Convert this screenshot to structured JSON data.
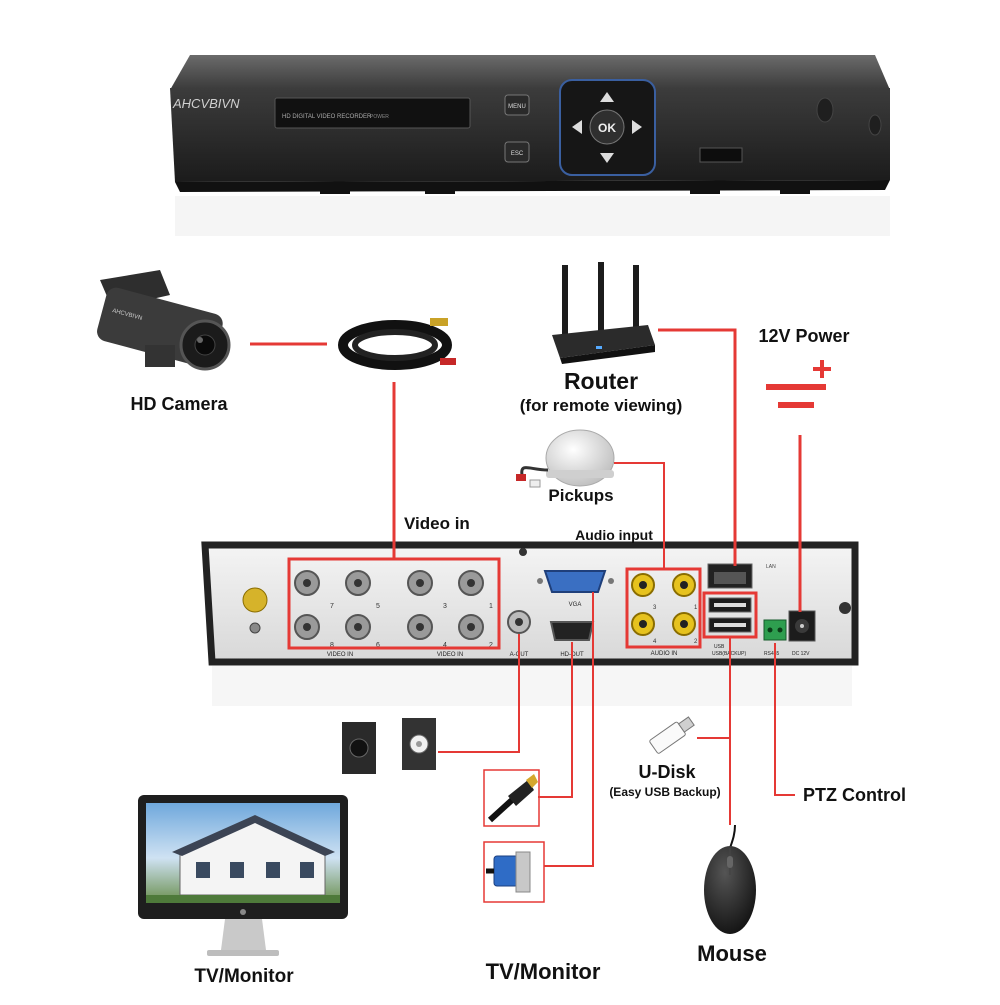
{
  "dvr_front": {
    "brand": "AHCVBIVN",
    "panel_text": "HD DIGITAL VIDEO RECORDER",
    "power_text": "POWER",
    "menu_label": "MENU",
    "esc_label": "ESC",
    "ok_label": "OK"
  },
  "dvr_back": {
    "video_in_label": "VIDEO IN",
    "video_channels_left": [
      "7",
      "5",
      "8",
      "6"
    ],
    "video_channels_right": [
      "3",
      "1",
      "4",
      "2"
    ],
    "vga_label": "VGA",
    "aout_label": "A-OUT",
    "hdout_label": "HD-OUT",
    "audio_in_label": "AUDIO IN",
    "audio_channels": [
      "3",
      "1",
      "4",
      "2"
    ],
    "lan_label": "LAN",
    "usb_label": "USB",
    "usb_backup_label": "USB(BACKUP)",
    "rs485_label": "RS485",
    "dc_label": "DC 12V"
  },
  "labels": {
    "hd_camera": "HD Camera",
    "video_in": "Video in",
    "router": "Router",
    "router_sub": "(for remote viewing)",
    "power": "12V Power",
    "pickups": "Pickups",
    "audio_input": "Audio input",
    "u_disk": "U-Disk",
    "u_disk_sub": "(Easy USB Backup)",
    "ptz": "PTZ Control",
    "mouse": "Mouse",
    "tv_left": "TV/Monitor",
    "tv_center": "TV/Monitor"
  },
  "colors": {
    "wire": "#e53935",
    "device_dark": "#2b2b2b",
    "panel": "#e9e9e9"
  }
}
